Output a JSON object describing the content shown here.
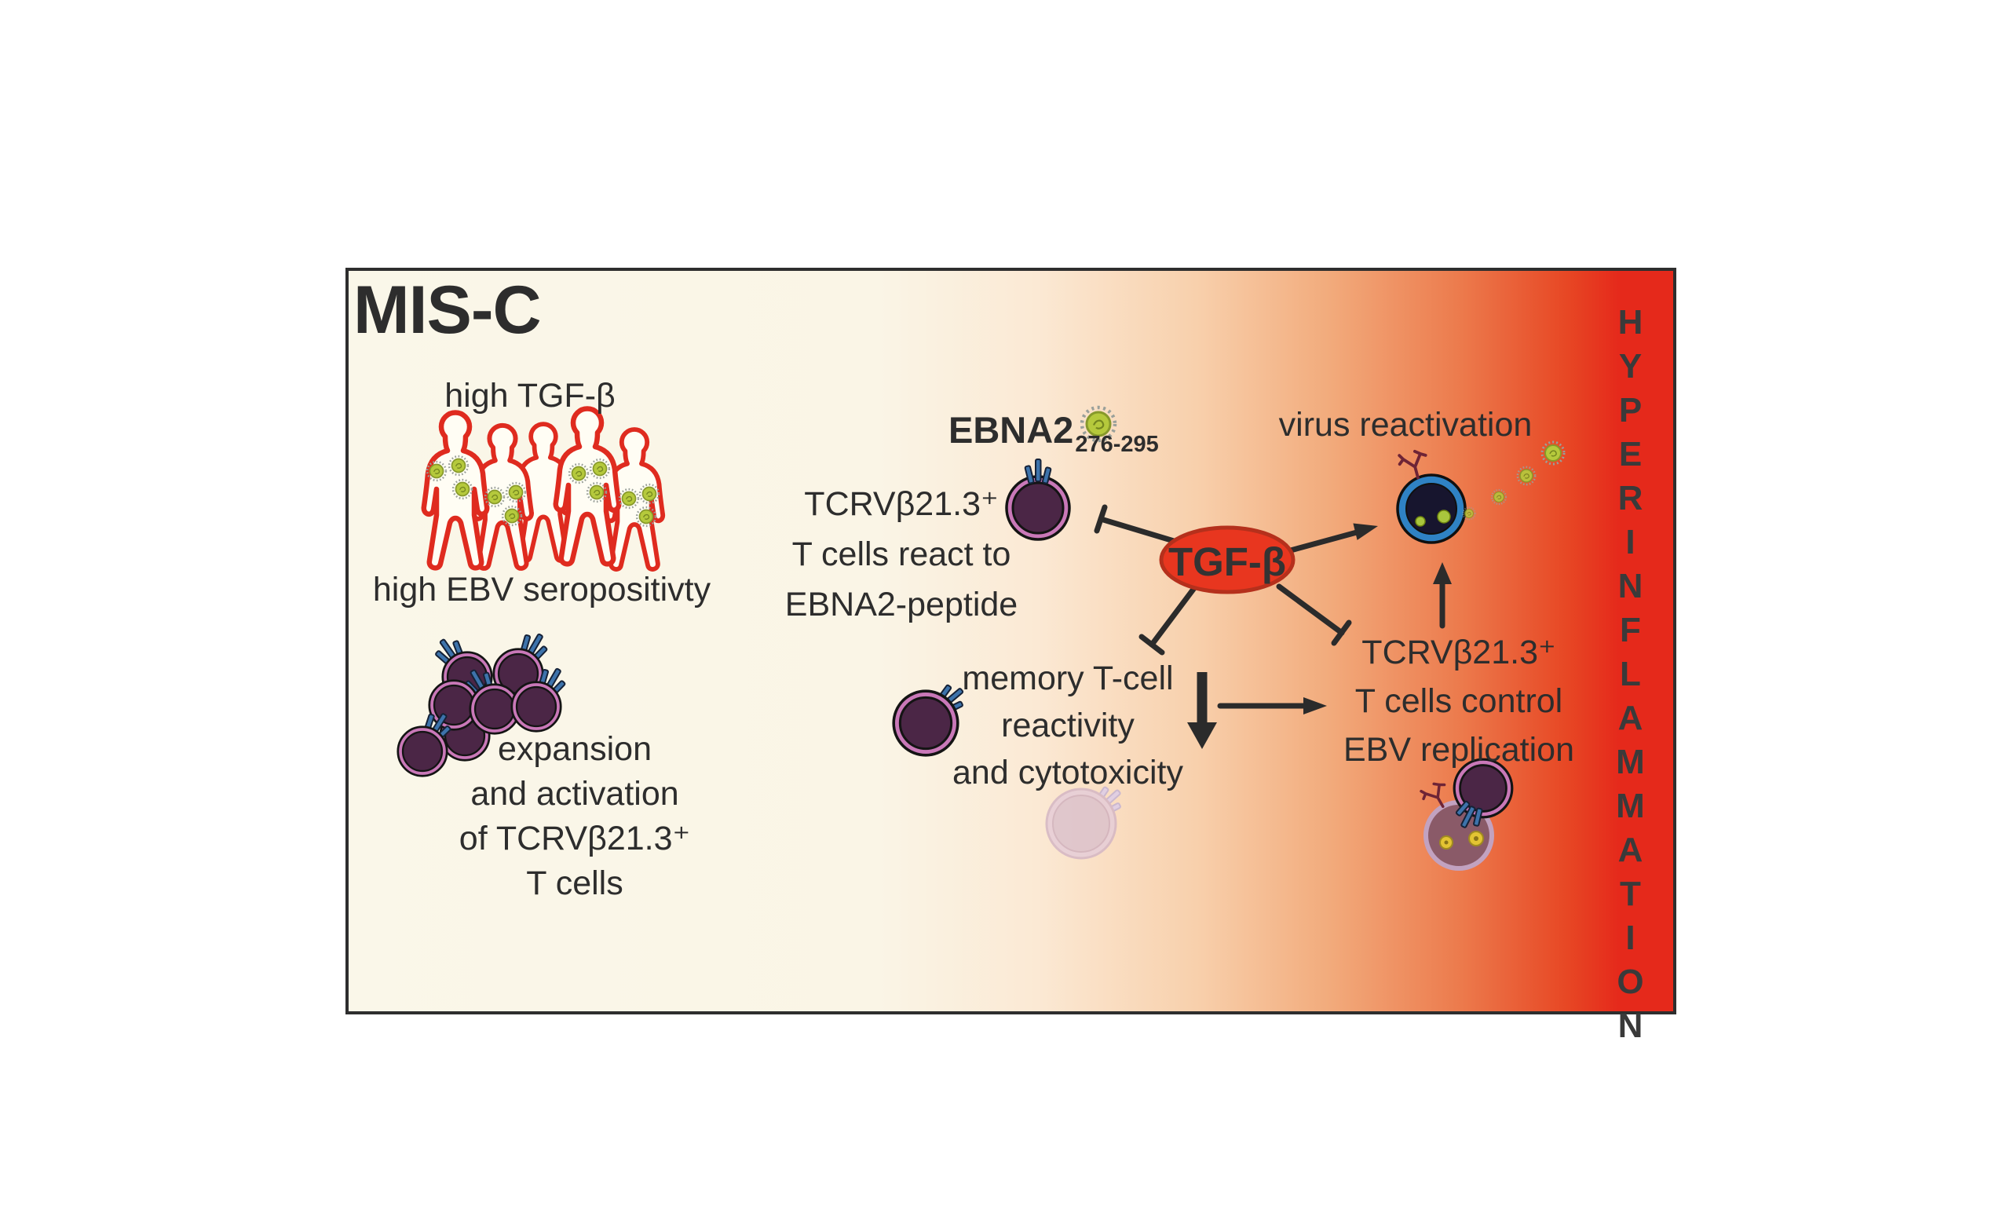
{
  "title": "MIS-C",
  "left_panel": {
    "high_tgf": "high TGF-β",
    "high_ebv": "high EBV seropositivty",
    "expansion": {
      "lines": [
        "expansion",
        "and activation",
        "of TCRVβ21.3⁺",
        "T cells"
      ]
    }
  },
  "center_panel": {
    "ebna2_label": "EBNA2",
    "ebna2_range": "276-295",
    "react": {
      "lines": [
        "TCRVβ21.3⁺",
        "T cells react to",
        "EBNA2-peptide"
      ]
    },
    "tgf_beta": "TGF-β",
    "memory": {
      "lines": [
        "memory T-cell",
        "reactivity",
        "and cytotoxicity"
      ]
    }
  },
  "right_panel": {
    "virus_reactivation": "virus reactivation",
    "control": {
      "lines": [
        "TCRVβ21.3⁺",
        "T cells control",
        "EBV replication"
      ]
    },
    "hyperinflammation": "HYPERINFLAMMATION"
  },
  "colors": {
    "hot_red": "#e5291b",
    "cream": "#faf7e9",
    "tgf_ellipse": "#e8361f",
    "person_outline": "#df2b1f",
    "t_cell_rim": "#c978b8",
    "t_cell_core": "#4b2646",
    "receptor_blue": "#3d73ab",
    "virus_green": "#b5c93c",
    "infected_cell": "#8a5a68",
    "blue_cell_ring": "#2f82c4",
    "arrow": "#2b2b2b"
  }
}
